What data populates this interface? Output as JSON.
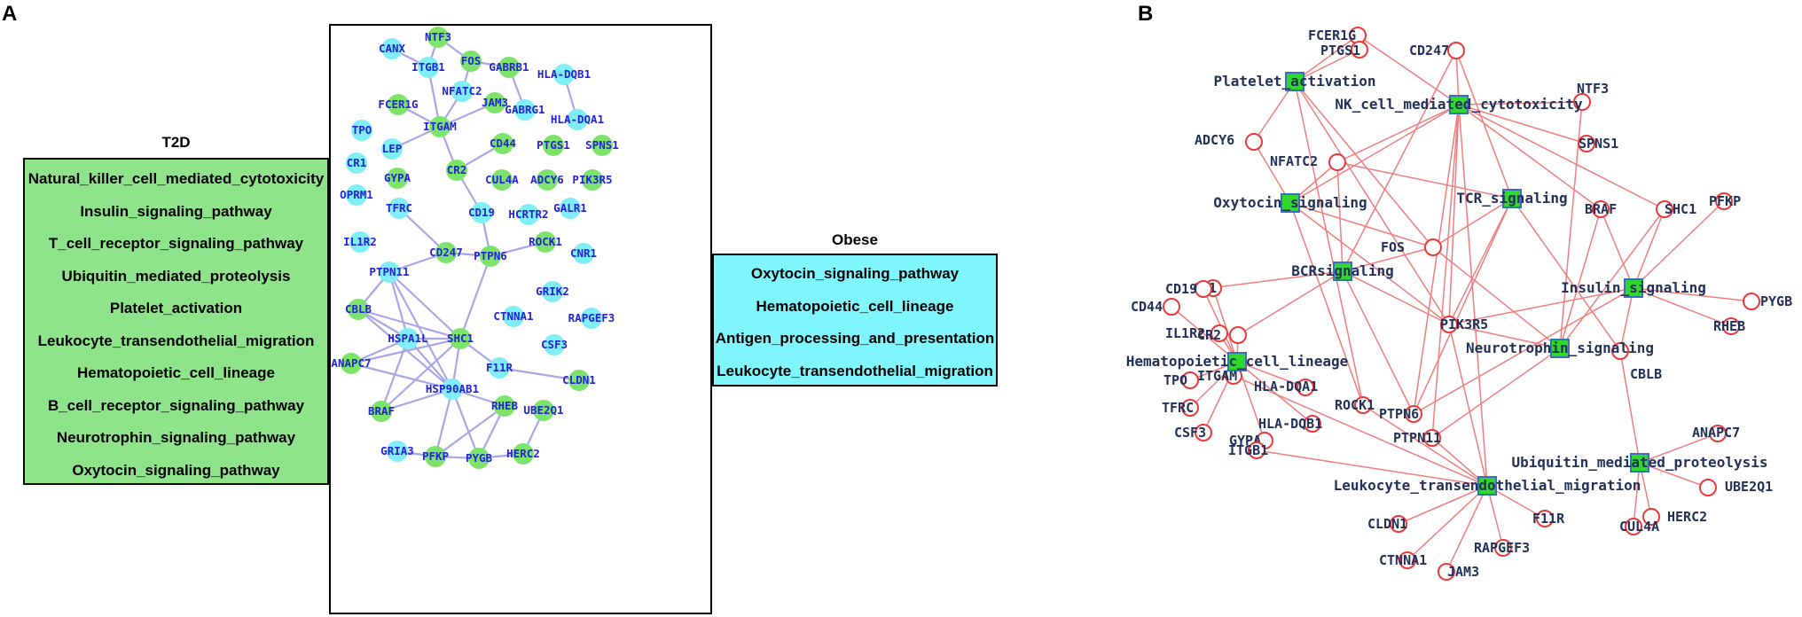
{
  "labels": {
    "panel_a": "A",
    "panel_b": "B"
  },
  "t2d": {
    "title": "T2D",
    "items": [
      "Natural_killer_cell_mediated_cytotoxicity",
      "Insulin_signaling_pathway",
      "T_cell_receptor_signaling_pathway",
      "Ubiquitin_mediated_proteolysis",
      "Platelet_activation",
      "Leukocyte_transendothelial_migration",
      "Hematopoietic_cell_lineage",
      "B_cell_receptor_signaling_pathway",
      "Neurotrophin_signaling_pathway",
      "Oxytocin_signaling_pathway"
    ]
  },
  "obese": {
    "title": "Obese",
    "items": [
      "Oxytocin_signaling_pathway",
      "Hematopoietic_cell_lineage",
      "Antigen_processing_and_presentation",
      "Leukocyte_transendothelial_migration"
    ]
  },
  "colors": {
    "green_node": "#7ee36b",
    "cyan_node": "#7feef6",
    "edge_a": "#a7a7e8",
    "label_a": "#2323d8",
    "edge_b": "#f07d7d",
    "node_b": "#e83a3a",
    "label_b": "#22305a",
    "pathway_fill": "#2fd82a",
    "pathway_stroke": "#3a6fc0"
  },
  "network_a": {
    "nodes": [
      {
        "id": "NTF3",
        "c": "g"
      },
      {
        "id": "CANX",
        "c": "c"
      },
      {
        "id": "FOS",
        "c": "g"
      },
      {
        "id": "ITGB1",
        "c": "c"
      },
      {
        "id": "GABRB1",
        "c": "g"
      },
      {
        "id": "HLA-DQB1",
        "c": "c"
      },
      {
        "id": "NFATC2",
        "c": "c"
      },
      {
        "id": "JAM3",
        "c": "g"
      },
      {
        "id": "FCER1G",
        "c": "g"
      },
      {
        "id": "GABRG1",
        "c": "c"
      },
      {
        "id": "ITGAM",
        "c": "g"
      },
      {
        "id": "HLA-DQA1",
        "c": "c"
      },
      {
        "id": "TPO",
        "c": "c"
      },
      {
        "id": "CD44",
        "c": "g"
      },
      {
        "id": "LEP",
        "c": "c"
      },
      {
        "id": "PTGS1",
        "c": "g"
      },
      {
        "id": "SPNS1",
        "c": "g"
      },
      {
        "id": "CR1",
        "c": "c"
      },
      {
        "id": "CR2",
        "c": "g"
      },
      {
        "id": "GYPA",
        "c": "g"
      },
      {
        "id": "CUL4A",
        "c": "g"
      },
      {
        "id": "ADCY6",
        "c": "g"
      },
      {
        "id": "PIK3R5",
        "c": "g"
      },
      {
        "id": "OPRM1",
        "c": "c"
      },
      {
        "id": "TFRC",
        "c": "c"
      },
      {
        "id": "CD19",
        "c": "c"
      },
      {
        "id": "HCRTR2",
        "c": "c"
      },
      {
        "id": "GALR1",
        "c": "c"
      },
      {
        "id": "IL1R2",
        "c": "c"
      },
      {
        "id": "CD247",
        "c": "g"
      },
      {
        "id": "PTPN6",
        "c": "g"
      },
      {
        "id": "ROCK1",
        "c": "g"
      },
      {
        "id": "CNR1",
        "c": "c"
      },
      {
        "id": "PTPN11",
        "c": "c"
      },
      {
        "id": "GRIK2",
        "c": "c"
      },
      {
        "id": "CBLB",
        "c": "g"
      },
      {
        "id": "CTNNA1",
        "c": "c"
      },
      {
        "id": "RAPGEF3",
        "c": "c"
      },
      {
        "id": "HSPA1L",
        "c": "c"
      },
      {
        "id": "SHC1",
        "c": "g"
      },
      {
        "id": "CSF3",
        "c": "c"
      },
      {
        "id": "ANAPC7",
        "c": "g"
      },
      {
        "id": "F11R",
        "c": "c"
      },
      {
        "id": "CLDN1",
        "c": "g"
      },
      {
        "id": "HSP90AB1",
        "c": "c"
      },
      {
        "id": "RHEB",
        "c": "g"
      },
      {
        "id": "UBE2Q1",
        "c": "g"
      },
      {
        "id": "BRAF",
        "c": "g"
      },
      {
        "id": "GRIA3",
        "c": "c"
      },
      {
        "id": "HERC2",
        "c": "g"
      },
      {
        "id": "PFKP",
        "c": "g"
      },
      {
        "id": "PYGB",
        "c": "g"
      }
    ],
    "edges": [
      [
        "CANX",
        "ITGB1"
      ],
      [
        "ITGB1",
        "NTF3"
      ],
      [
        "NTF3",
        "FOS"
      ],
      [
        "FOS",
        "GABRB1"
      ],
      [
        "GABRB1",
        "GABRG1"
      ],
      [
        "HLA-DQB1",
        "HLA-DQA1"
      ],
      [
        "ITGB1",
        "ITGAM"
      ],
      [
        "NFATC2",
        "ITGAM"
      ],
      [
        "FOS",
        "NFATC2"
      ],
      [
        "JAM3",
        "ITGAM"
      ],
      [
        "FCER1G",
        "ITGAM"
      ],
      [
        "LEP",
        "ITGAM"
      ],
      [
        "ITGAM",
        "CR2"
      ],
      [
        "CD44",
        "CR2"
      ],
      [
        "CR2",
        "CD19"
      ],
      [
        "TFRC",
        "CD247"
      ],
      [
        "CD247",
        "PTPN6"
      ],
      [
        "CD19",
        "PTPN6"
      ],
      [
        "PTPN6",
        "ROCK1"
      ],
      [
        "CD247",
        "PTPN11"
      ],
      [
        "PTPN6",
        "SHC1"
      ],
      [
        "PTPN11",
        "SHC1"
      ],
      [
        "PTPN11",
        "CBLB"
      ],
      [
        "PTPN11",
        "HSPA1L"
      ],
      [
        "PTPN11",
        "HSP90AB1"
      ],
      [
        "CBLB",
        "HSPA1L"
      ],
      [
        "CBLB",
        "SHC1"
      ],
      [
        "CBLB",
        "HSP90AB1"
      ],
      [
        "HSPA1L",
        "SHC1"
      ],
      [
        "HSPA1L",
        "HSP90AB1"
      ],
      [
        "ANAPC7",
        "SHC1"
      ],
      [
        "ANAPC7",
        "HSP90AB1"
      ],
      [
        "ANAPC7",
        "HSPA1L"
      ],
      [
        "SHC1",
        "HSP90AB1"
      ],
      [
        "SHC1",
        "BRAF"
      ],
      [
        "SHC1",
        "F11R"
      ],
      [
        "F11R",
        "CLDN1"
      ],
      [
        "HSP90AB1",
        "RHEB"
      ],
      [
        "HSP90AB1",
        "BRAF"
      ],
      [
        "HSP90AB1",
        "PFKP"
      ],
      [
        "HSP90AB1",
        "PYGB"
      ],
      [
        "RHEB",
        "PFKP"
      ],
      [
        "RHEB",
        "PYGB"
      ],
      [
        "PFKP",
        "PYGB"
      ],
      [
        "GRIA3",
        "PFKP"
      ],
      [
        "PYGB",
        "HERC2"
      ],
      [
        "HERC2",
        "UBE2Q1"
      ],
      [
        "BRAF",
        "HSPA1L"
      ]
    ]
  },
  "network_b": {
    "pathways": [
      "Platelet_activation",
      "NK_cell_mediated_cytotoxicity",
      "Oxytocin_signaling",
      "TCR_signaling",
      "BCRsignaling",
      "Insulin_signaling",
      "Neurotrophin_signaling",
      "Hematopoietic_cell_lineage",
      "Ubiquitin_mediated_proteolysis",
      "Leukocyte_transendothelial_migration"
    ],
    "genes": [
      "FCER1G",
      "PTGS1",
      "CD247",
      "NTF3",
      "ADCY6",
      "NFATC2",
      "SPNS1",
      "BRAF",
      "SHC1",
      "PFKP",
      "PYGB",
      "FOS",
      "CR1",
      "CD19",
      "CD44",
      "IL1R2",
      "CR2",
      "PIK3R5",
      "RHEB",
      "ITGAM",
      "TPO",
      "TFRC",
      "HLA-DQA1",
      "CSF3",
      "HLA-DQB1",
      "GYPA",
      "ROCK1",
      "PTPN6",
      "CBLB",
      "ANAPC7",
      "PTPN11",
      "ITGB1",
      "UBE2Q1",
      "CLDN1",
      "F11R",
      "HERC2",
      "CUL4A",
      "CTNNA1",
      "RAPGEF3",
      "JAM3"
    ],
    "edges": [
      [
        "Platelet_activation",
        "FCER1G"
      ],
      [
        "Platelet_activation",
        "PTGS1"
      ],
      [
        "Platelet_activation",
        "ADCY6"
      ],
      [
        "Platelet_activation",
        "FOS"
      ],
      [
        "Platelet_activation",
        "PIK3R5"
      ],
      [
        "Platelet_activation",
        "ROCK1"
      ],
      [
        "NK_cell_mediated_cytotoxicity",
        "FCER1G"
      ],
      [
        "NK_cell_mediated_cytotoxicity",
        "CD247"
      ],
      [
        "NK_cell_mediated_cytotoxicity",
        "NFATC2"
      ],
      [
        "NK_cell_mediated_cytotoxicity",
        "SPNS1"
      ],
      [
        "NK_cell_mediated_cytotoxicity",
        "BRAF"
      ],
      [
        "NK_cell_mediated_cytotoxicity",
        "SHC1"
      ],
      [
        "NK_cell_mediated_cytotoxicity",
        "PIK3R5"
      ],
      [
        "NK_cell_mediated_cytotoxicity",
        "PTPN6"
      ],
      [
        "NK_cell_mediated_cytotoxicity",
        "PTPN11"
      ],
      [
        "NK_cell_mediated_cytotoxicity",
        "Oxytocin_signaling"
      ],
      [
        "NK_cell_mediated_cytotoxicity",
        "NTF3"
      ],
      [
        "Oxytocin_signaling",
        "ADCY6"
      ],
      [
        "Oxytocin_signaling",
        "NFATC2"
      ],
      [
        "Oxytocin_signaling",
        "FOS"
      ],
      [
        "Oxytocin_signaling",
        "PIK3R5"
      ],
      [
        "Oxytocin_signaling",
        "ROCK1"
      ],
      [
        "TCR_signaling",
        "CD247"
      ],
      [
        "TCR_signaling",
        "NFATC2"
      ],
      [
        "TCR_signaling",
        "FOS"
      ],
      [
        "TCR_signaling",
        "PIK3R5"
      ],
      [
        "TCR_signaling",
        "PTPN6"
      ],
      [
        "TCR_signaling",
        "CBLB"
      ],
      [
        "BCRsignaling",
        "CD19"
      ],
      [
        "BCRsignaling",
        "CR2"
      ],
      [
        "BCRsignaling",
        "NFATC2"
      ],
      [
        "BCRsignaling",
        "FOS"
      ],
      [
        "BCRsignaling",
        "PIK3R5"
      ],
      [
        "BCRsignaling",
        "PTPN6"
      ],
      [
        "BCRsignaling",
        "CD247"
      ],
      [
        "Insulin_signaling",
        "BRAF"
      ],
      [
        "Insulin_signaling",
        "SHC1"
      ],
      [
        "Insulin_signaling",
        "PFKP"
      ],
      [
        "Insulin_signaling",
        "PYGB"
      ],
      [
        "Insulin_signaling",
        "RHEB"
      ],
      [
        "Insulin_signaling",
        "PIK3R5"
      ],
      [
        "Insulin_signaling",
        "CBLB"
      ],
      [
        "Insulin_signaling",
        "PTPN6"
      ],
      [
        "Neurotrophin_signaling",
        "BRAF"
      ],
      [
        "Neurotrophin_signaling",
        "SHC1"
      ],
      [
        "Neurotrophin_signaling",
        "PIK3R5"
      ],
      [
        "Neurotrophin_signaling",
        "PTPN11"
      ],
      [
        "Neurotrophin_signaling",
        "NTF3"
      ],
      [
        "Neurotrophin_signaling",
        "FOS"
      ],
      [
        "Hematopoietic_cell_lineage",
        "CR1"
      ],
      [
        "Hematopoietic_cell_lineage",
        "CD19"
      ],
      [
        "Hematopoietic_cell_lineage",
        "CD44"
      ],
      [
        "Hematopoietic_cell_lineage",
        "IL1R2"
      ],
      [
        "Hematopoietic_cell_lineage",
        "CR2"
      ],
      [
        "Hematopoietic_cell_lineage",
        "ITGAM"
      ],
      [
        "Hematopoietic_cell_lineage",
        "TPO"
      ],
      [
        "Hematopoietic_cell_lineage",
        "TFRC"
      ],
      [
        "Hematopoietic_cell_lineage",
        "HLA-DQA1"
      ],
      [
        "Hematopoietic_cell_lineage",
        "CSF3"
      ],
      [
        "Hematopoietic_cell_lineage",
        "HLA-DQB1"
      ],
      [
        "Hematopoietic_cell_lineage",
        "GYPA"
      ],
      [
        "Ubiquitin_mediated_proteolysis",
        "CBLB"
      ],
      [
        "Ubiquitin_mediated_proteolysis",
        "ANAPC7"
      ],
      [
        "Ubiquitin_mediated_proteolysis",
        "UBE2Q1"
      ],
      [
        "Ubiquitin_mediated_proteolysis",
        "HERC2"
      ],
      [
        "Ubiquitin_mediated_proteolysis",
        "CUL4A"
      ],
      [
        "Leukocyte_transendothelial_migration",
        "ITGB1"
      ],
      [
        "Leukocyte_transendothelial_migration",
        "ITGAM"
      ],
      [
        "Leukocyte_transendothelial_migration",
        "PIK3R5"
      ],
      [
        "Leukocyte_transendothelial_migration",
        "ROCK1"
      ],
      [
        "Leukocyte_transendothelial_migration",
        "PTPN11"
      ],
      [
        "Leukocyte_transendothelial_migration",
        "CLDN1"
      ],
      [
        "Leukocyte_transendothelial_migration",
        "F11R"
      ],
      [
        "Leukocyte_transendothelial_migration",
        "CTNNA1"
      ],
      [
        "Leukocyte_transendothelial_migration",
        "RAPGEF3"
      ],
      [
        "Leukocyte_transendothelial_migration",
        "JAM3"
      ],
      [
        "Leukocyte_transendothelial_migration",
        "NK_cell_mediated_cytotoxicity"
      ]
    ]
  }
}
